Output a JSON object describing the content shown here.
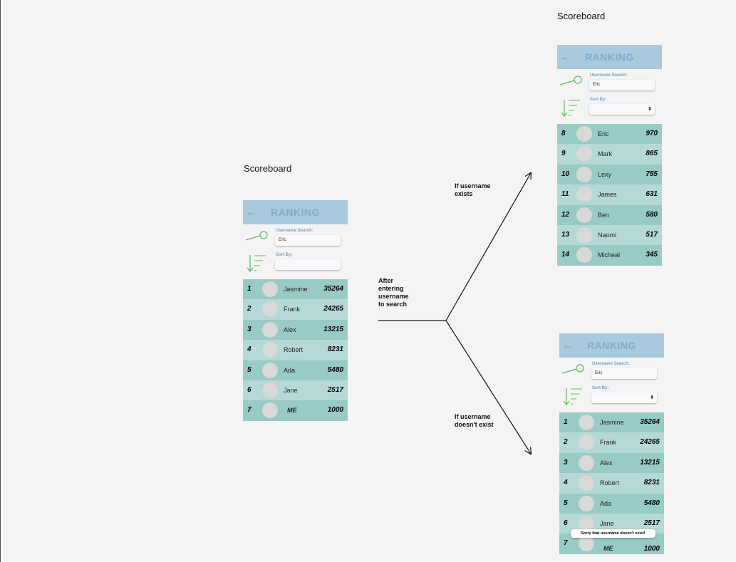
{
  "colors": {
    "header": "#a9c9dc",
    "row_dark": "#98cac6",
    "row_light": "#b5d9d6",
    "icon_green": "#5cb85c"
  },
  "annotations": {
    "after": "After entering username to search",
    "exists": "If username exists",
    "not_exists": "If username doesn't exist"
  },
  "panels": [
    {
      "frame_title": "Scoreboard",
      "header_title": "RANKING",
      "back_icon": "arrow-left-icon",
      "search_label": "Username Search:",
      "search_value": "Eric",
      "sort_label": "Sort By:",
      "sort_value": "",
      "rows": [
        {
          "rank": "1",
          "name": "Jasmine",
          "score": "35264"
        },
        {
          "rank": "2",
          "name": "Frank",
          "score": "24265"
        },
        {
          "rank": "3",
          "name": "Alex",
          "score": "13215"
        },
        {
          "rank": "4",
          "name": "Robert",
          "score": "8231"
        },
        {
          "rank": "5",
          "name": "Ada",
          "score": "5480"
        },
        {
          "rank": "6",
          "name": "Jane",
          "score": "2517"
        },
        {
          "rank": "7",
          "name": "ME",
          "score": "1000"
        }
      ]
    },
    {
      "frame_title": "Scoreboard",
      "header_title": "RANKING",
      "back_icon": "arrow-left-icon",
      "search_label": "Username Search:",
      "search_value": "Eric",
      "sort_label": "Sort By:",
      "sort_value": "",
      "sort_arrow": "⬍",
      "rows": [
        {
          "rank": "8",
          "name": "Eric",
          "score": "970"
        },
        {
          "rank": "9",
          "name": "Mark",
          "score": "865"
        },
        {
          "rank": "10",
          "name": "Lexy",
          "score": "755"
        },
        {
          "rank": "11",
          "name": "James",
          "score": "631"
        },
        {
          "rank": "12",
          "name": "Ben",
          "score": "580"
        },
        {
          "rank": "13",
          "name": "Naomi",
          "score": "517"
        },
        {
          "rank": "14",
          "name": "Micheal",
          "score": "345"
        }
      ]
    },
    {
      "header_title": "RANKING",
      "back_icon": "arrow-left-icon",
      "search_label": "Username Search:",
      "search_value": "Eric",
      "sort_label": "Sort By:",
      "sort_value": "",
      "sort_arrow": "⬍",
      "rows": [
        {
          "rank": "1",
          "name": "Jasmine",
          "score": "35264"
        },
        {
          "rank": "2",
          "name": "Frank",
          "score": "24265"
        },
        {
          "rank": "3",
          "name": "Alex",
          "score": "13215"
        },
        {
          "rank": "4",
          "name": "Robert",
          "score": "8231"
        },
        {
          "rank": "5",
          "name": "Ada",
          "score": "5480"
        },
        {
          "rank": "6",
          "name": "Jane",
          "score": "2517"
        },
        {
          "rank": "7",
          "name": "ME",
          "score": "1000"
        }
      ],
      "toast": "Sorry that username doesn't exist!"
    }
  ]
}
